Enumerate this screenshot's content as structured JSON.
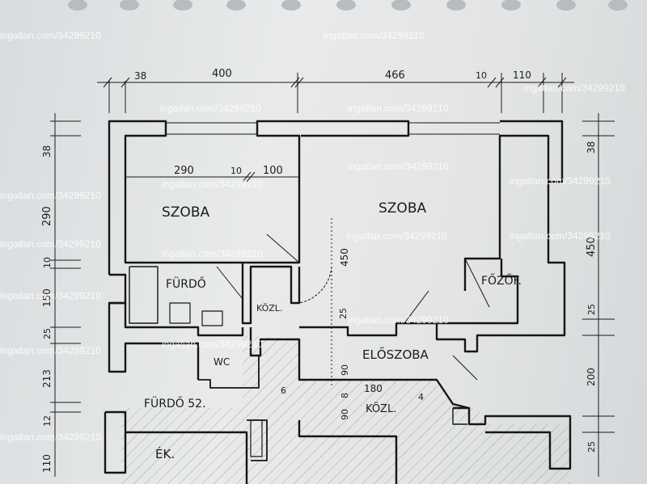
{
  "watermark": "ingatlan.com/34299210",
  "rooms": {
    "szoba_left": "SZOBA",
    "szoba_right": "SZOBA",
    "furdo": "FÜRDŐ",
    "kozl_upper": "KÖZL.",
    "fozof": "FŐZŐF.",
    "eloszoba": "ELŐSZOBA",
    "wc": "WC",
    "furdo_lower": "FÜRDŐ 52.",
    "kozl_lower": "KÖZL.",
    "ek": "ÉK."
  },
  "dimensions": {
    "top_38": "38",
    "top_400": "400",
    "top_466": "466",
    "top_10": "10",
    "top_110": "110",
    "inner_290": "290",
    "inner_10": "10",
    "inner_100": "100",
    "left_38": "38",
    "left_290": "290",
    "left_10": "10",
    "left_150": "150",
    "left_25": "25",
    "left_213": "213",
    "left_12": "12",
    "left_110": "110",
    "right_38": "38",
    "right_450": "450",
    "right_25": "25",
    "right_200": "200",
    "right_25b": "25",
    "mid_450": "450",
    "mid_25": "25",
    "mid_90": "90",
    "mid_6": "6",
    "mid_180": "180",
    "mid_8": "8",
    "mid_90b": "90",
    "mid_4": "4"
  }
}
